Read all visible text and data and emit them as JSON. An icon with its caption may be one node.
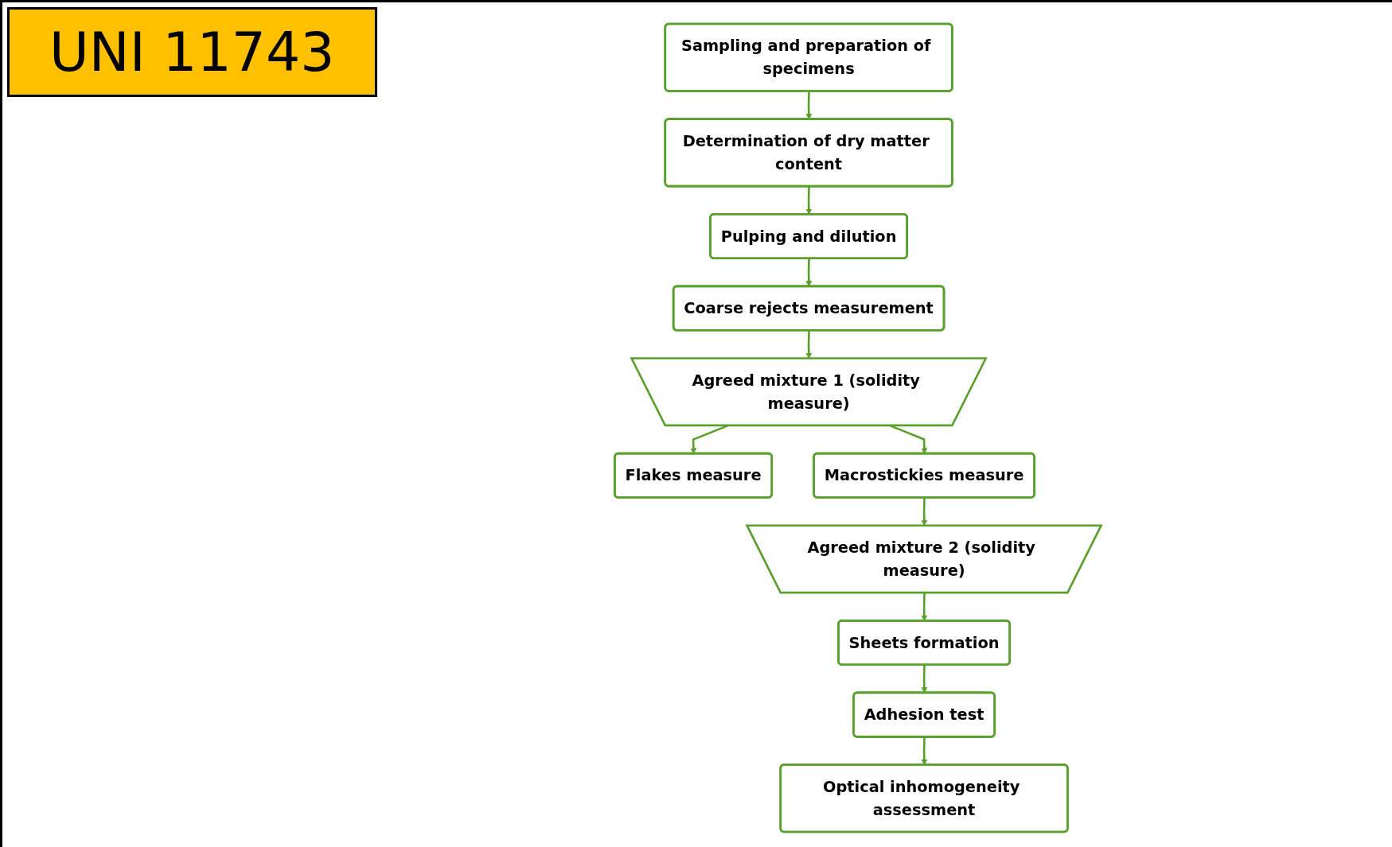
{
  "diagram": {
    "title": "UNI 11743",
    "nodes": [
      {
        "text": [
          "Sampling and preparation of specimens"
        ]
      },
      {
        "text": [
          "Determination of dry matter content"
        ]
      },
      {
        "text": [
          "Pulping and dilution"
        ]
      },
      {
        "text": [
          "Coarse rejects measurement"
        ]
      },
      {
        "text": [
          "Agreed mixture 1 (solidity measure)"
        ]
      },
      {
        "text": [
          "Flakes measure"
        ]
      },
      {
        "text": [
          "Macrostickies measure"
        ]
      },
      {
        "text": [
          "Agreed mixture 2 (solidity measure)"
        ]
      },
      {
        "text": [
          "Sheets formation"
        ]
      },
      {
        "text": [
          "Adhesion test"
        ]
      },
      {
        "text": [
          "Optical inhomogeneity assessment"
        ]
      }
    ],
    "edges": [
      {
        "from": 0,
        "to": 1,
        "arrow": "to"
      },
      {
        "from": 1,
        "to": 2,
        "arrow": "to"
      },
      {
        "from": 2,
        "to": 3,
        "arrow": "to"
      },
      {
        "from": 3,
        "to": 4,
        "arrow": "to"
      },
      {
        "from": 4,
        "to": 5,
        "arrow": "to"
      },
      {
        "from": 4,
        "to": 6,
        "arrow": "to"
      },
      {
        "from": 6,
        "to": 7,
        "arrow": "to"
      },
      {
        "from": 7,
        "to": 8,
        "arrow": "to"
      },
      {
        "from": 8,
        "to": 9,
        "arrow": "to"
      },
      {
        "from": 9,
        "to": 10,
        "arrow": "to"
      }
    ]
  }
}
